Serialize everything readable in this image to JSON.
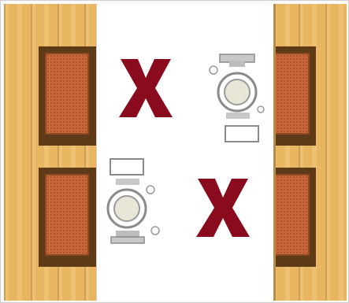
{
  "scene": {
    "table": {
      "color": "#ffffff"
    },
    "chairs": [
      {
        "name": "chair-top-left",
        "side": "left"
      },
      {
        "name": "chair-bottom-left",
        "side": "left"
      },
      {
        "name": "chair-top-right",
        "side": "right"
      },
      {
        "name": "chair-bottom-right",
        "side": "right"
      }
    ],
    "places": [
      {
        "name": "place-top-left",
        "state": "blocked",
        "icon": "red-x-icon"
      },
      {
        "name": "place-top-right",
        "state": "set",
        "icon": "place-setting-icon",
        "facing": "down"
      },
      {
        "name": "place-bottom-left",
        "state": "set",
        "icon": "place-setting-icon",
        "facing": "up"
      },
      {
        "name": "place-bottom-right",
        "state": "blocked",
        "icon": "red-x-icon"
      }
    ],
    "colors": {
      "floor": "#e8b561",
      "chair_cushion": "#c9673c",
      "chair_frame": "#5f3a18",
      "blocked_mark": "#8a0a1e",
      "plate_rim": "#8a8a8a"
    }
  }
}
